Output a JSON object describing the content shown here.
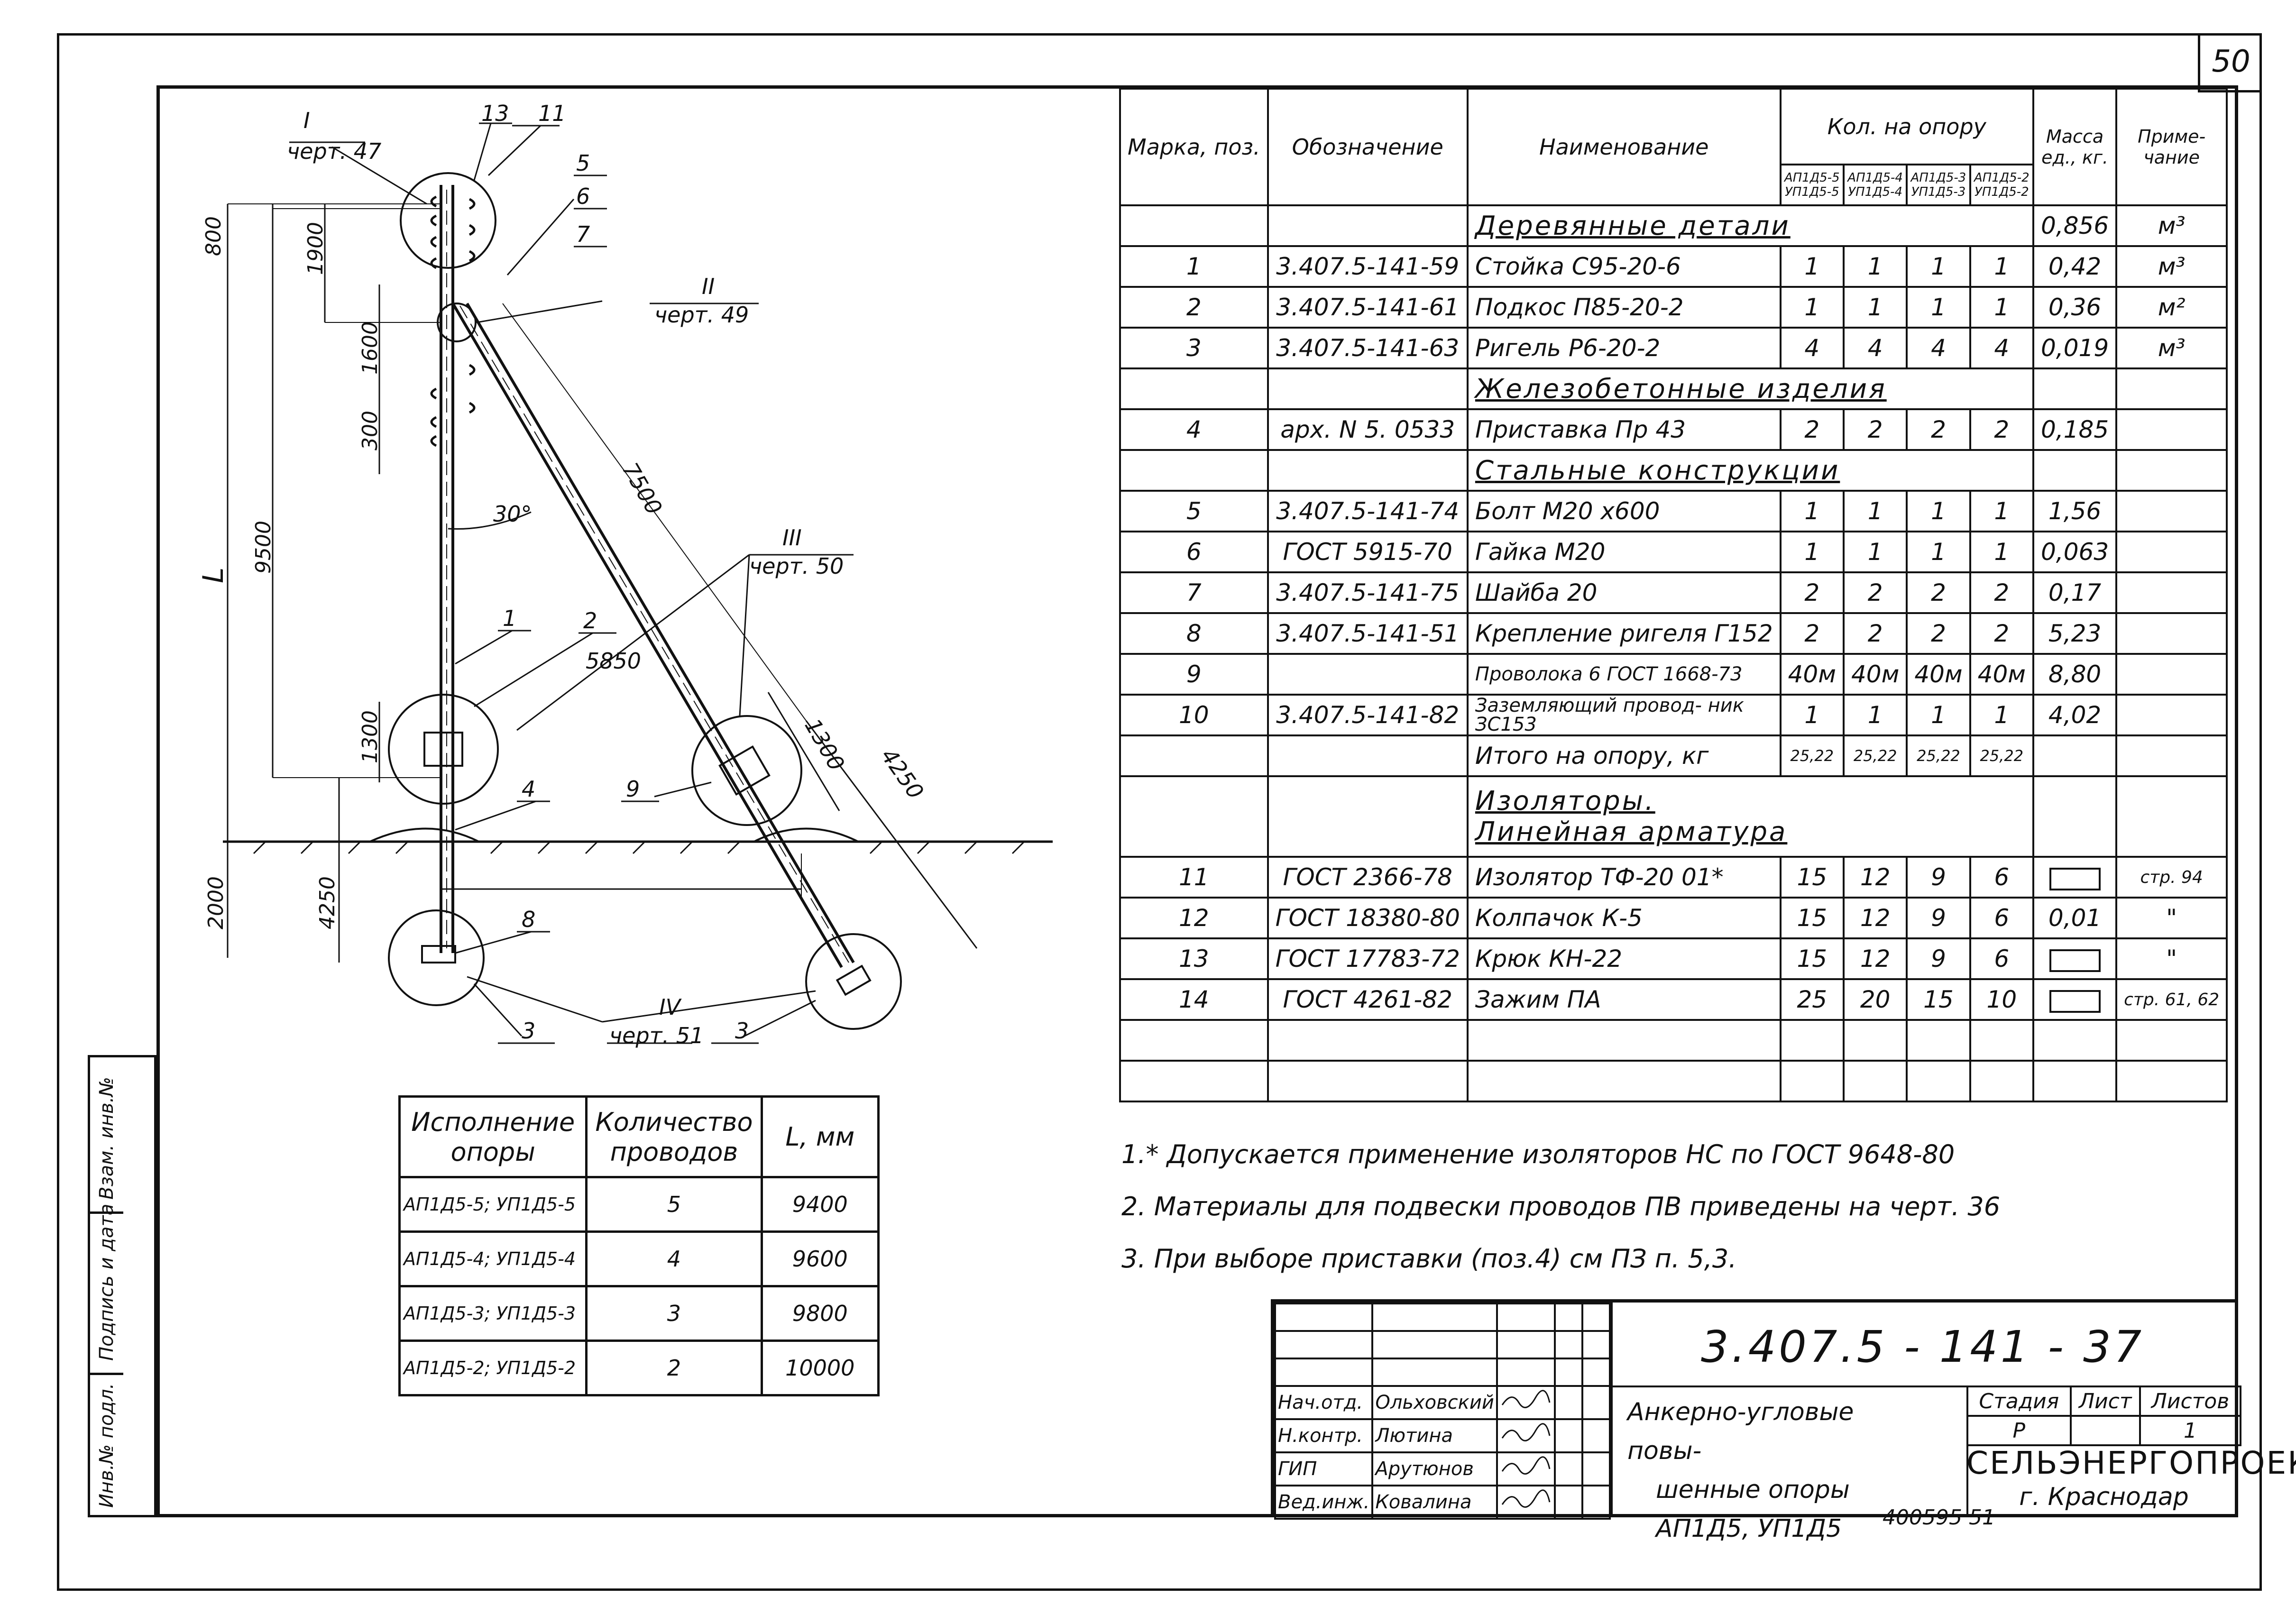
{
  "page_number": "50",
  "drawing": {
    "dims": {
      "d800": "800",
      "d1900": "1900",
      "d1600": "1600",
      "d300": "300",
      "d9500": "9500",
      "L": "L",
      "d1300a": "1300",
      "d2000": "2000",
      "d4250a": "4250",
      "d5850": "5850",
      "d7500": "7500",
      "d1300b": "1300",
      "d4250b": "4250",
      "angle": "30°"
    },
    "callouts": {
      "I": "I",
      "I_ref": "черт. 47",
      "II": "II",
      "II_ref": "черт. 49",
      "III": "III",
      "III_ref": "черт. 50",
      "IV": "IV",
      "IV_ref": "черт. 51",
      "p1": "1",
      "p2": "2",
      "p3a": "3",
      "p3b": "3",
      "p4": "4",
      "p5": "5",
      "p6": "6",
      "p7": "7",
      "p8": "8",
      "p9": "9",
      "p11": "11",
      "p13": "13"
    }
  },
  "spec_table": {
    "headers": {
      "mark": "Марка, поз.",
      "designation": "Обозначение",
      "name": "Наименование",
      "qty": "Кол. на опору",
      "qty_cols": [
        "АП1Д5-5 УП1Д5-5",
        "АП1Д5-4 УП1Д5-4",
        "АП1Д5-3 УП1Д5-3",
        "АП1Д5-2 УП1Д5-2"
      ],
      "mass": "Масса ед., кг.",
      "note": "Приме- чание"
    },
    "rows": [
      {
        "type": "section",
        "name": "Деревянные детали",
        "mass": "0,856",
        "note": "м³"
      },
      {
        "type": "item",
        "pos": "1",
        "des": "3.407.5-141-59",
        "name": "Стойка С95-20-6",
        "q": [
          "1",
          "1",
          "1",
          "1"
        ],
        "mass": "0,42",
        "note": "м³"
      },
      {
        "type": "item",
        "pos": "2",
        "des": "3.407.5-141-61",
        "name": "Подкос П85-20-2",
        "q": [
          "1",
          "1",
          "1",
          "1"
        ],
        "mass": "0,36",
        "note": "м²"
      },
      {
        "type": "item",
        "pos": "3",
        "des": "3.407.5-141-63",
        "name": "Ригель Р6-20-2",
        "q": [
          "4",
          "4",
          "4",
          "4"
        ],
        "mass": "0,019",
        "note": "м³"
      },
      {
        "type": "section",
        "name": "Железобетонные изделия",
        "mass": "",
        "note": ""
      },
      {
        "type": "item",
        "pos": "4",
        "des": "арх. N 5. 0533",
        "name": "Приставка Пр 43",
        "q": [
          "2",
          "2",
          "2",
          "2"
        ],
        "mass": "0,185",
        "note": ""
      },
      {
        "type": "section",
        "name": "Стальные конструкции",
        "mass": "",
        "note": ""
      },
      {
        "type": "item",
        "pos": "5",
        "des": "3.407.5-141-74",
        "name": "Болт М20 х600",
        "q": [
          "1",
          "1",
          "1",
          "1"
        ],
        "mass": "1,56",
        "note": ""
      },
      {
        "type": "item",
        "pos": "6",
        "des": "ГОСТ 5915-70",
        "name": "Гайка М20",
        "q": [
          "1",
          "1",
          "1",
          "1"
        ],
        "mass": "0,063",
        "note": ""
      },
      {
        "type": "item",
        "pos": "7",
        "des": "3.407.5-141-75",
        "name": "Шайба 20",
        "q": [
          "2",
          "2",
          "2",
          "2"
        ],
        "mass": "0,17",
        "note": ""
      },
      {
        "type": "item",
        "pos": "8",
        "des": "3.407.5-141-51",
        "name": "Крепление ригеля Г152",
        "q": [
          "2",
          "2",
          "2",
          "2"
        ],
        "mass": "5,23",
        "note": ""
      },
      {
        "type": "item",
        "pos": "9",
        "des": "",
        "name": "Проволока 6 ГОСТ 1668-73",
        "q": [
          "40м",
          "40м",
          "40м",
          "40м"
        ],
        "mass": "8,80",
        "note": ""
      },
      {
        "type": "item",
        "pos": "10",
        "des": "3.407.5-141-82",
        "name": "Заземляющий провод- ник ЗС153",
        "q": [
          "1",
          "1",
          "1",
          "1"
        ],
        "mass": "4,02",
        "note": ""
      },
      {
        "type": "item",
        "pos": "",
        "des": "",
        "name": "Итого на опору, кг",
        "q": [
          "25,22",
          "25,22",
          "25,22",
          "25,22"
        ],
        "mass": "",
        "note": ""
      },
      {
        "type": "section2",
        "name": "Изоляторы.",
        "name2": "Линейная арматура",
        "mass": "",
        "note": ""
      },
      {
        "type": "item",
        "pos": "11",
        "des": "ГОСТ 2366-78",
        "name": "Изолятор ТФ-20 01*",
        "q": [
          "15",
          "12",
          "9",
          "6"
        ],
        "mass": "[box]",
        "note": "стр. 94"
      },
      {
        "type": "item",
        "pos": "12",
        "des": "ГОСТ 18380-80",
        "name": "Колпачок К-5",
        "q": [
          "15",
          "12",
          "9",
          "6"
        ],
        "mass": "0,01",
        "note": "\""
      },
      {
        "type": "item",
        "pos": "13",
        "des": "ГОСТ 17783-72",
        "name": "Крюк КН-22",
        "q": [
          "15",
          "12",
          "9",
          "6"
        ],
        "mass": "[box]",
        "note": "\""
      },
      {
        "type": "item",
        "pos": "14",
        "des": "ГОСТ 4261-82",
        "name": "Зажим ПА",
        "q": [
          "25",
          "20",
          "15",
          "10"
        ],
        "mass": "[box]",
        "note": "стр. 61, 62"
      }
    ]
  },
  "exec_table": {
    "headers": [
      "Исполнение опоры",
      "Количество проводов",
      "L, мм"
    ],
    "rows": [
      [
        "АП1Д5-5; УП1Д5-5",
        "5",
        "9400"
      ],
      [
        "АП1Д5-4; УП1Д5-4",
        "4",
        "9600"
      ],
      [
        "АП1Д5-3; УП1Д5-3",
        "3",
        "9800"
      ],
      [
        "АП1Д5-2; УП1Д5-2",
        "2",
        "10000"
      ]
    ]
  },
  "notes": [
    "1.* Допускается применение изоляторов НС по ГОСТ 9648-80",
    "2. Материалы для подвески проводов ПВ приведены на черт. 36",
    "3. При выборе приставки (поз.4) см ПЗ п. 5,3."
  ],
  "stamp": {
    "doc_code": "3.407.5 - 141 - 37",
    "roles": [
      {
        "role": "Нач.отд.",
        "name": "Ольховский"
      },
      {
        "role": "Н.контр.",
        "name": "Лютина"
      },
      {
        "role": "ГИП",
        "name": "Арутюнов"
      },
      {
        "role": "Вед.инж.",
        "name": "Ковалина"
      }
    ],
    "object_name": [
      "Анкерно-угловые повы-",
      "шенные опоры",
      "АП1Д5, УП1Д5"
    ],
    "stage_label": "Стадия",
    "sheet_label": "Лист",
    "sheets_label": "Листов",
    "stage": "Р",
    "sheet": "",
    "sheets": "1",
    "organization": "СЕЛЬЭНЕРГОПРОЕКТ",
    "city": "г. Краснодар",
    "archive_no": "400595 51"
  },
  "side_strip": {
    "inv_no": "Инв.№ подл.",
    "sign_date": "Подпись и дата",
    "replace_inv": "Взам. инв.№"
  }
}
